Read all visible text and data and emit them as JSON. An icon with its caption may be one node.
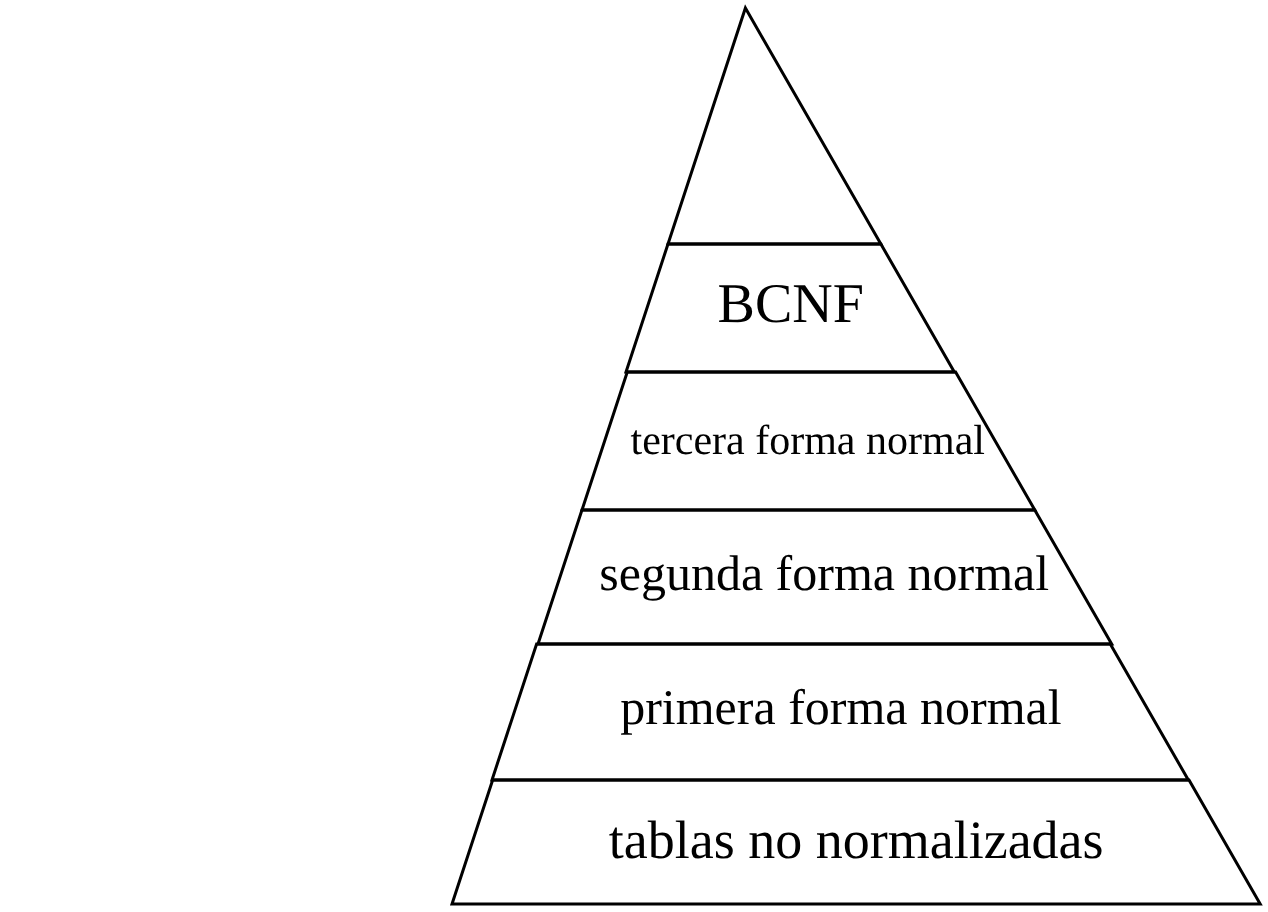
{
  "diagram": {
    "nodes": [
      {
        "text": [],
        "shape": "triangle"
      },
      {
        "text": [
          "BCNF"
        ]
      },
      {
        "text": [
          "tercera forma normal"
        ]
      },
      {
        "text": [
          "segunda forma normal"
        ]
      },
      {
        "text": [
          "primera forma normal"
        ]
      },
      {
        "text": [
          "tablas no normalizadas"
        ]
      }
    ]
  }
}
